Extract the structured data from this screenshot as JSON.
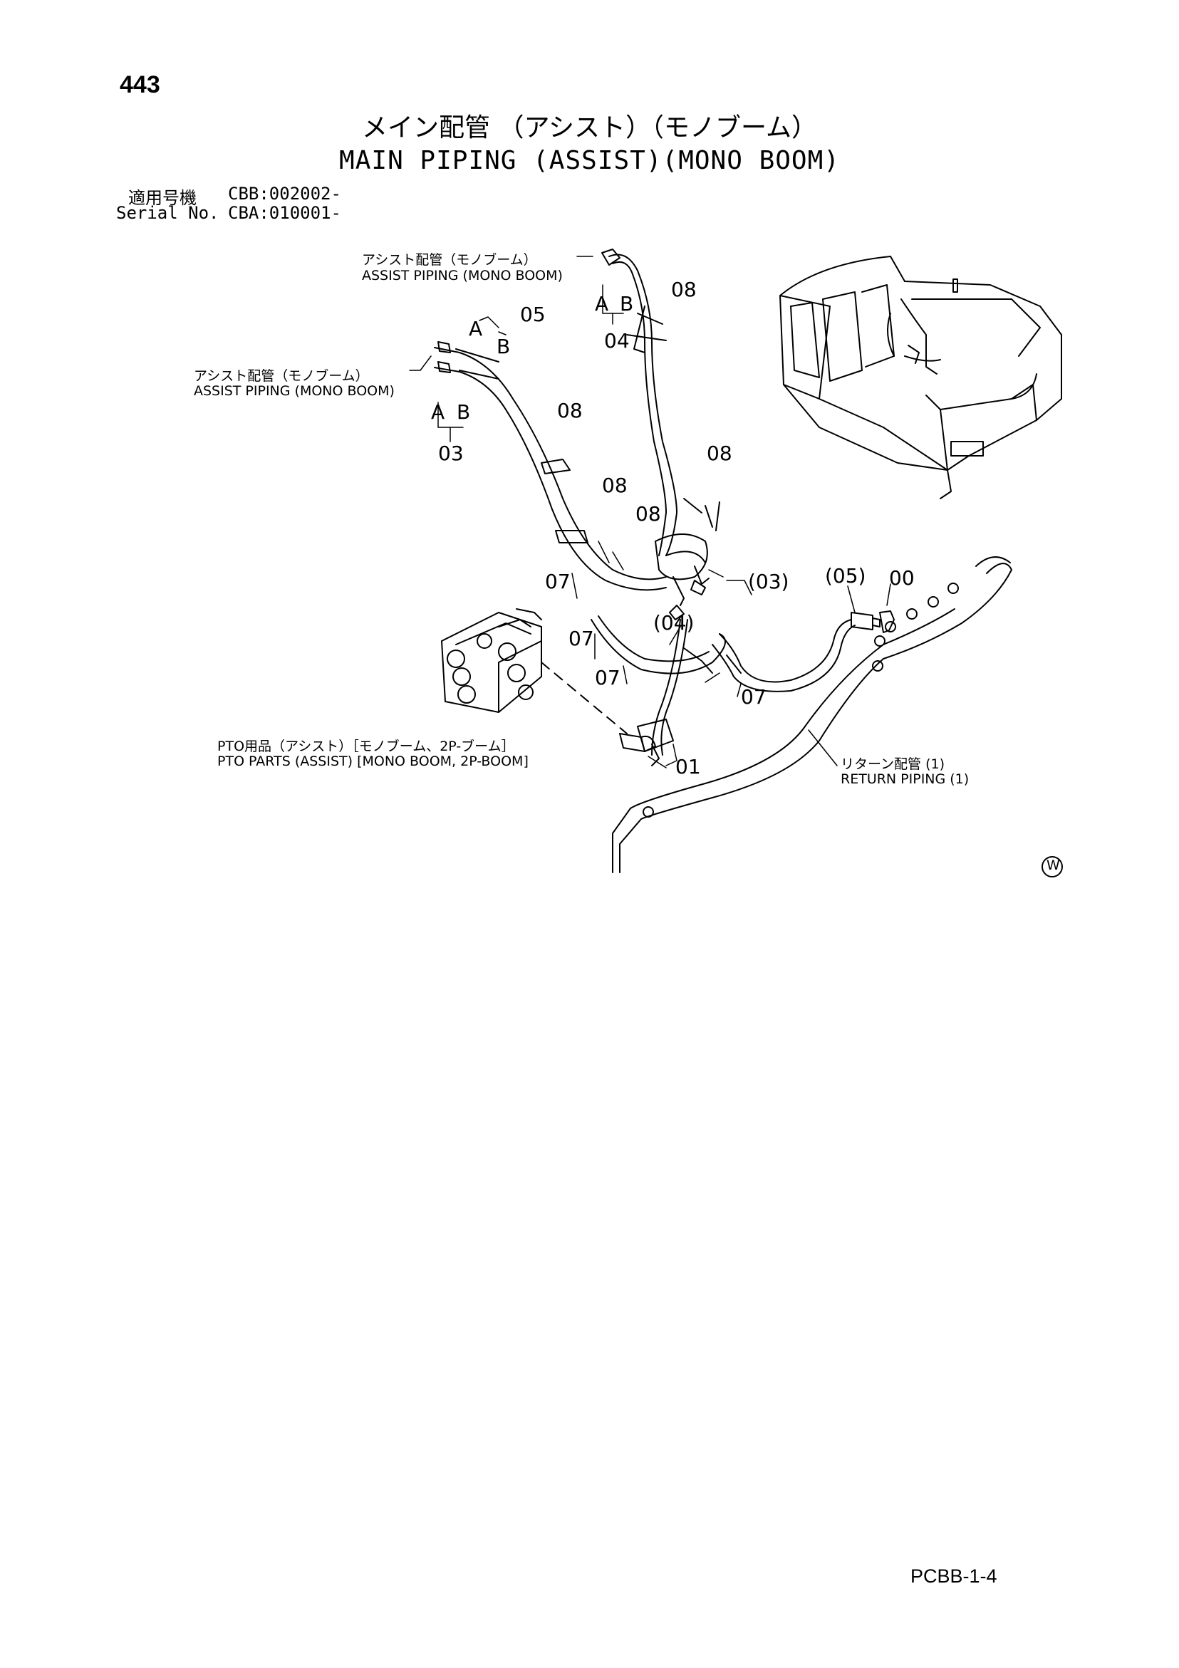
{
  "page": {
    "number": "443",
    "code": "PCBB-1-4"
  },
  "title": {
    "jp": "メイン配管 （アシスト）（モノブーム）",
    "en": "MAIN PIPING (ASSIST)(MONO BOOM)"
  },
  "applicability": {
    "line1_label": "適用号機",
    "line1_value": "CBB:002002-",
    "line2_label": "Serial No.",
    "line2_value": "CBA:010001-"
  },
  "labels": {
    "assist_upper_jp": "アシスト配管（モノブーム）",
    "assist_upper_en": "ASSIST PIPING (MONO BOOM)",
    "assist_left_jp": "アシスト配管（モノブーム）",
    "assist_left_en": "ASSIST PIPING (MONO BOOM)",
    "pto_jp": "PTO用品（アシスト）［モノブーム、2P-ブーム］",
    "pto_en": "PTO PARTS (ASSIST) [MONO BOOM, 2P-BOOM]",
    "return_jp": "リターン配管 (1)",
    "return_en": "RETURN PIPING (1)"
  },
  "callouts": {
    "a_top": "A",
    "b_top": "B",
    "n04_top": "04",
    "a_mid": "A",
    "b_mid": "B",
    "n05": "05",
    "a_left": "A",
    "b_left": "B",
    "n03": "03",
    "n08_a": "08",
    "n08_b": "08",
    "n08_c": "08",
    "n08_d": "08",
    "n08_e": "08",
    "n07_a": "07",
    "n07_b": "07",
    "n07_c": "07",
    "n07_d": "07",
    "p03": "(03)",
    "p04": "(04)",
    "p05": "(05)",
    "n00": "00",
    "n01": "01"
  },
  "mark": {
    "symbol": "W"
  }
}
